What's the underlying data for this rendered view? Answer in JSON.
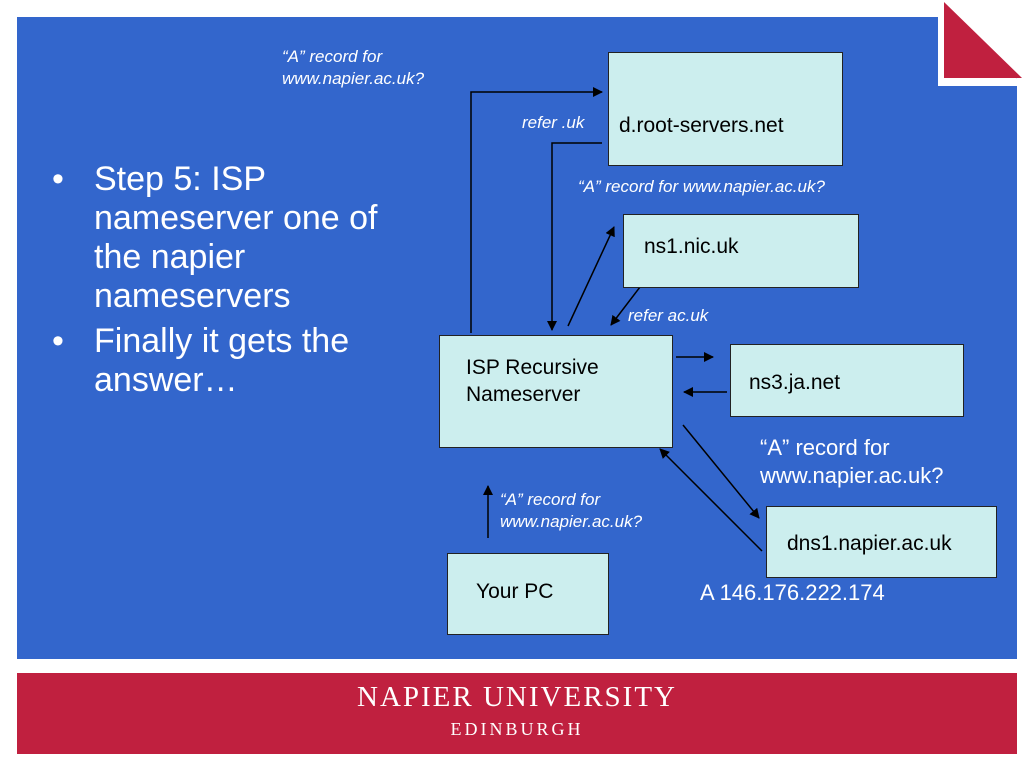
{
  "slide": {
    "bullets": [
      "Step 5: ISP nameserver one of the napier nameservers",
      "Finally it gets the answer…"
    ],
    "bullet_glyph": "•"
  },
  "diagram": {
    "nodes": {
      "root": "d.root-servers.net",
      "nic": "ns1.nic.uk",
      "isp": "ISP Recursive Nameserver",
      "ja": "ns3.ja.net",
      "napier": "dns1.napier.ac.uk",
      "pc": "Your PC"
    },
    "labels": {
      "query_root": "“A” record for www.napier.ac.uk?",
      "refer_uk": "refer .uk",
      "query_nic": "“A” record for www.napier.ac.uk?",
      "refer_acuk": "refer ac.uk",
      "query_napier": "“A” record for www.napier.ac.uk?",
      "query_pc": "“A” record for www.napier.ac.uk?",
      "answer": "A 146.176.222.174"
    }
  },
  "footer": {
    "name": "NAPIER UNIVERSITY",
    "city": "EDINBURGH"
  },
  "colors": {
    "panel": "#3366cc",
    "box": "#cceeee",
    "brand": "#c0203f"
  }
}
